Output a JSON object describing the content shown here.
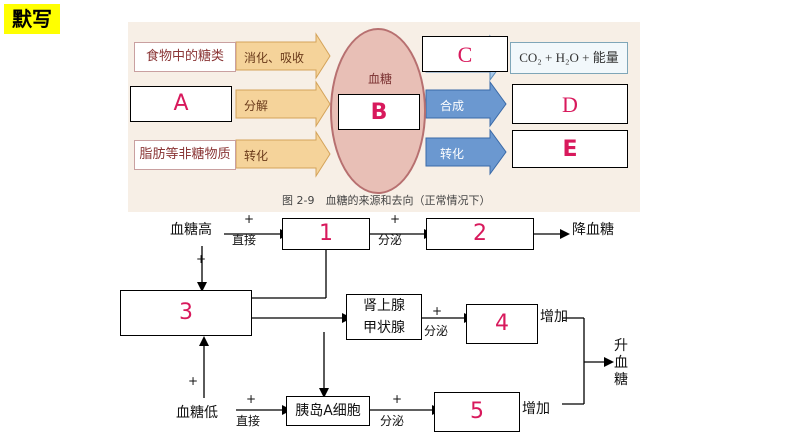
{
  "title": "默写",
  "figure": {
    "sources": [
      "食物中的糖类",
      "A",
      "脂肪等非糖物质"
    ],
    "processes": [
      "消化、吸收",
      "分解",
      "转化"
    ],
    "center_label": "血糖",
    "center_box": "B",
    "uses": [
      "合成",
      "转化"
    ],
    "outputs": [
      "C",
      "CO₂ + H₂O + 能量",
      "D",
      "E"
    ],
    "caption": "图 2-9　血糖的来源和去向（正常情况下）"
  },
  "flow": {
    "high": "血糖高",
    "low": "血糖低",
    "plus": "+",
    "direct": "直接",
    "secrete": "分泌",
    "box1": "1",
    "box2": "2",
    "box3": "3",
    "box4": "4",
    "box5": "5",
    "lower": "降血糖",
    "adrenal": "肾上腺",
    "thyroid": "甲状腺",
    "alpha": "胰岛A细胞",
    "increase": "增加",
    "raise": "升血糖"
  },
  "colors": {
    "highlight": "#ffff00",
    "answer": "#d8195c"
  }
}
